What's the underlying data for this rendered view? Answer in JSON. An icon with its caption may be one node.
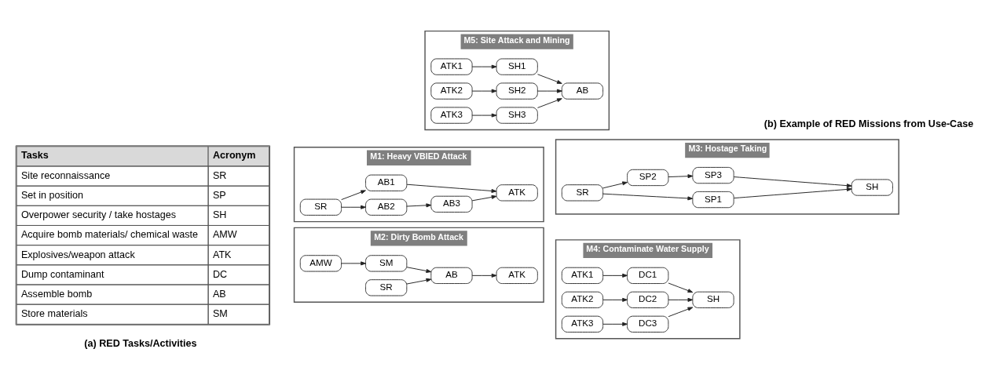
{
  "diagram": {
    "nodes": [
      {
        "text": [
          "M1: Heavy VBIED Attack"
        ]
      },
      {
        "text": [
          "SR"
        ],
        "in": 0
      },
      {
        "text": [
          "AB1"
        ],
        "in": 0
      },
      {
        "text": [
          "AB2"
        ],
        "in": 0
      },
      {
        "text": [
          "AB3"
        ],
        "in": 0
      },
      {
        "text": [
          "ATK"
        ],
        "in": 0
      },
      {
        "text": [
          "M3: Hostage Taking"
        ]
      },
      {
        "text": [
          "SR"
        ],
        "in": 6
      },
      {
        "text": [
          "SP1"
        ],
        "in": 6
      },
      {
        "text": [
          "SP2"
        ],
        "in": 6
      },
      {
        "text": [
          "SP3"
        ],
        "in": 6
      },
      {
        "text": [
          "SH"
        ],
        "in": 6
      },
      {
        "text": [
          "M2: Dirty Bomb Attack"
        ]
      },
      {
        "text": [
          "AMW"
        ],
        "in": 12
      },
      {
        "text": [
          "SM"
        ],
        "in": 12
      },
      {
        "text": [
          "SR"
        ],
        "in": 12
      },
      {
        "text": [
          "AB"
        ],
        "in": 12
      },
      {
        "text": [
          "ATK"
        ],
        "in": 12
      },
      {
        "text": [
          "M4: Contaminate Water Supply"
        ]
      },
      {
        "text": [
          "ATK1"
        ],
        "in": 18
      },
      {
        "text": [
          "ATK2"
        ],
        "in": 18
      },
      {
        "text": [
          "ATK3"
        ],
        "in": 18
      },
      {
        "text": [
          "DC1"
        ],
        "in": 18
      },
      {
        "text": [
          "DC2"
        ],
        "in": 18
      },
      {
        "text": [
          "DC3"
        ],
        "in": 18
      },
      {
        "text": [
          "SH"
        ],
        "in": 18
      },
      {
        "text": [
          "M5: Site Attack and Mining"
        ]
      },
      {
        "text": [
          "ATK1"
        ],
        "in": 26
      },
      {
        "text": [
          "ATK2"
        ],
        "in": 26
      },
      {
        "text": [
          "ATK3"
        ],
        "in": 26
      },
      {
        "text": [
          "SH1"
        ],
        "in": 26
      },
      {
        "text": [
          "SH2"
        ],
        "in": 26
      },
      {
        "text": [
          "SH3"
        ],
        "in": 26
      },
      {
        "text": [
          "AB"
        ],
        "in": 26
      }
    ],
    "edges": [
      {
        "from": 1,
        "to": 2,
        "arrow": "to"
      },
      {
        "from": 1,
        "to": 3,
        "arrow": "to"
      },
      {
        "from": 3,
        "to": 4,
        "arrow": "to"
      },
      {
        "from": 2,
        "to": 5,
        "arrow": "to"
      },
      {
        "from": 4,
        "to": 5,
        "arrow": "to"
      },
      {
        "from": 7,
        "to": 8,
        "arrow": "to"
      },
      {
        "from": 7,
        "to": 9,
        "arrow": "to"
      },
      {
        "from": 9,
        "to": 10,
        "arrow": "to"
      },
      {
        "from": 8,
        "to": 11,
        "arrow": "to"
      },
      {
        "from": 10,
        "to": 11,
        "arrow": "to"
      },
      {
        "from": 13,
        "to": 14,
        "arrow": "to"
      },
      {
        "from": 14,
        "to": 16,
        "arrow": "to"
      },
      {
        "from": 15,
        "to": 16,
        "arrow": "to"
      },
      {
        "from": 16,
        "to": 17,
        "arrow": "to"
      },
      {
        "from": 19,
        "to": 22,
        "arrow": "to"
      },
      {
        "from": 20,
        "to": 23,
        "arrow": "to"
      },
      {
        "from": 21,
        "to": 24,
        "arrow": "to"
      },
      {
        "from": 22,
        "to": 25,
        "arrow": "to"
      },
      {
        "from": 23,
        "to": 25,
        "arrow": "to"
      },
      {
        "from": 24,
        "to": 25,
        "arrow": "to"
      },
      {
        "from": 27,
        "to": 30,
        "arrow": "to"
      },
      {
        "from": 28,
        "to": 31,
        "arrow": "to"
      },
      {
        "from": 29,
        "to": 32,
        "arrow": "to"
      },
      {
        "from": 30,
        "to": 33,
        "arrow": "to"
      },
      {
        "from": 31,
        "to": 33,
        "arrow": "to"
      },
      {
        "from": 32,
        "to": 33,
        "arrow": "to"
      }
    ],
    "labels": [
      "Tasks",
      "Acronym",
      "Site reconnaissance",
      "SR",
      "Set in position",
      "SP",
      "Overpower security / take hostages",
      "SH",
      "Acquire bomb materials/ chemical waste",
      "AMW",
      "Explosives/weapon attack",
      "ATK",
      "Dump contaminant",
      "DC",
      "Assemble bomb",
      "AB",
      "Store materials",
      "SM",
      "(a) RED Tasks/Activities",
      "(b) Example of RED Missions from Use-Case"
    ]
  }
}
